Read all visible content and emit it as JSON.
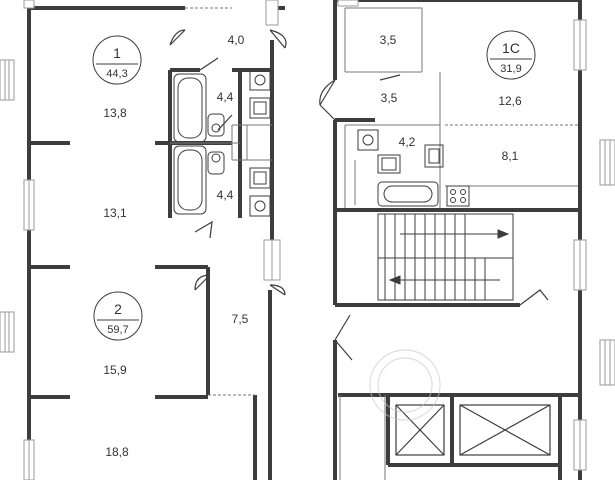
{
  "colors": {
    "wall": "#3d3d3d",
    "thin": "#777777",
    "window": "#9a9a9a",
    "text": "#333333",
    "watermark": "#c8c8c8"
  },
  "units": [
    {
      "number": "1",
      "area": "44,3"
    },
    {
      "number": "2",
      "area": "59,7"
    },
    {
      "number": "1С",
      "area": "31,9"
    }
  ],
  "rooms": {
    "r13_8": "13,8",
    "r4_0": "4,0",
    "r4_4_top": "4,4",
    "r4_4_bottom": "4,4",
    "r13_1": "13,1",
    "r7_5": "7,5",
    "r15_9": "15,9",
    "r18_8": "18,8",
    "r3_5_top": "3,5",
    "r3_5_mid": "3,5",
    "r12_6": "12,6",
    "r4_2": "4,2",
    "r8_1": "8,1"
  },
  "icons": {
    "stairs": "staircase-icon",
    "elevator": "elevator-shaft-icon",
    "bath": "bathtub-icon",
    "toilet": "toilet-icon",
    "sink": "sink-icon",
    "stove": "stove-icon"
  }
}
